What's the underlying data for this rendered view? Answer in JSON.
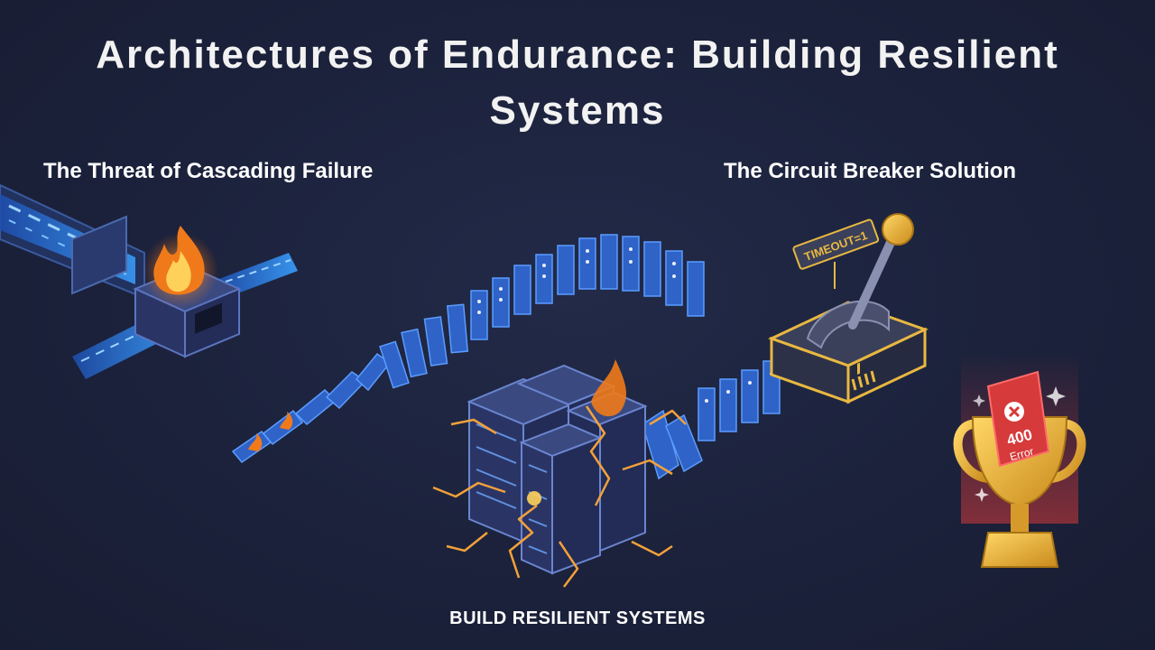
{
  "title": "Architectures of Endurance: Building Resilient Systems",
  "sections": {
    "left_label": "The Threat of Cascading Failure",
    "right_label": "The Circuit Breaker Solution"
  },
  "footer": "BUILD RESILIENT SYSTEMS",
  "breaker_sign": "TIMEOUT=1",
  "trophy_card": {
    "code": "400",
    "text": "Error"
  },
  "icons": [
    "fire-icon",
    "domino-chain-icon",
    "server-rack-icon",
    "lever-switch-icon",
    "trophy-icon",
    "error-x-icon"
  ],
  "colors": {
    "background": "#1b213a",
    "domino_blue": "#3b7fe0",
    "fire_orange": "#f07a1a",
    "crack_orange": "#f3a13a",
    "gold": "#e8b840",
    "error_red": "#d63a3a"
  }
}
